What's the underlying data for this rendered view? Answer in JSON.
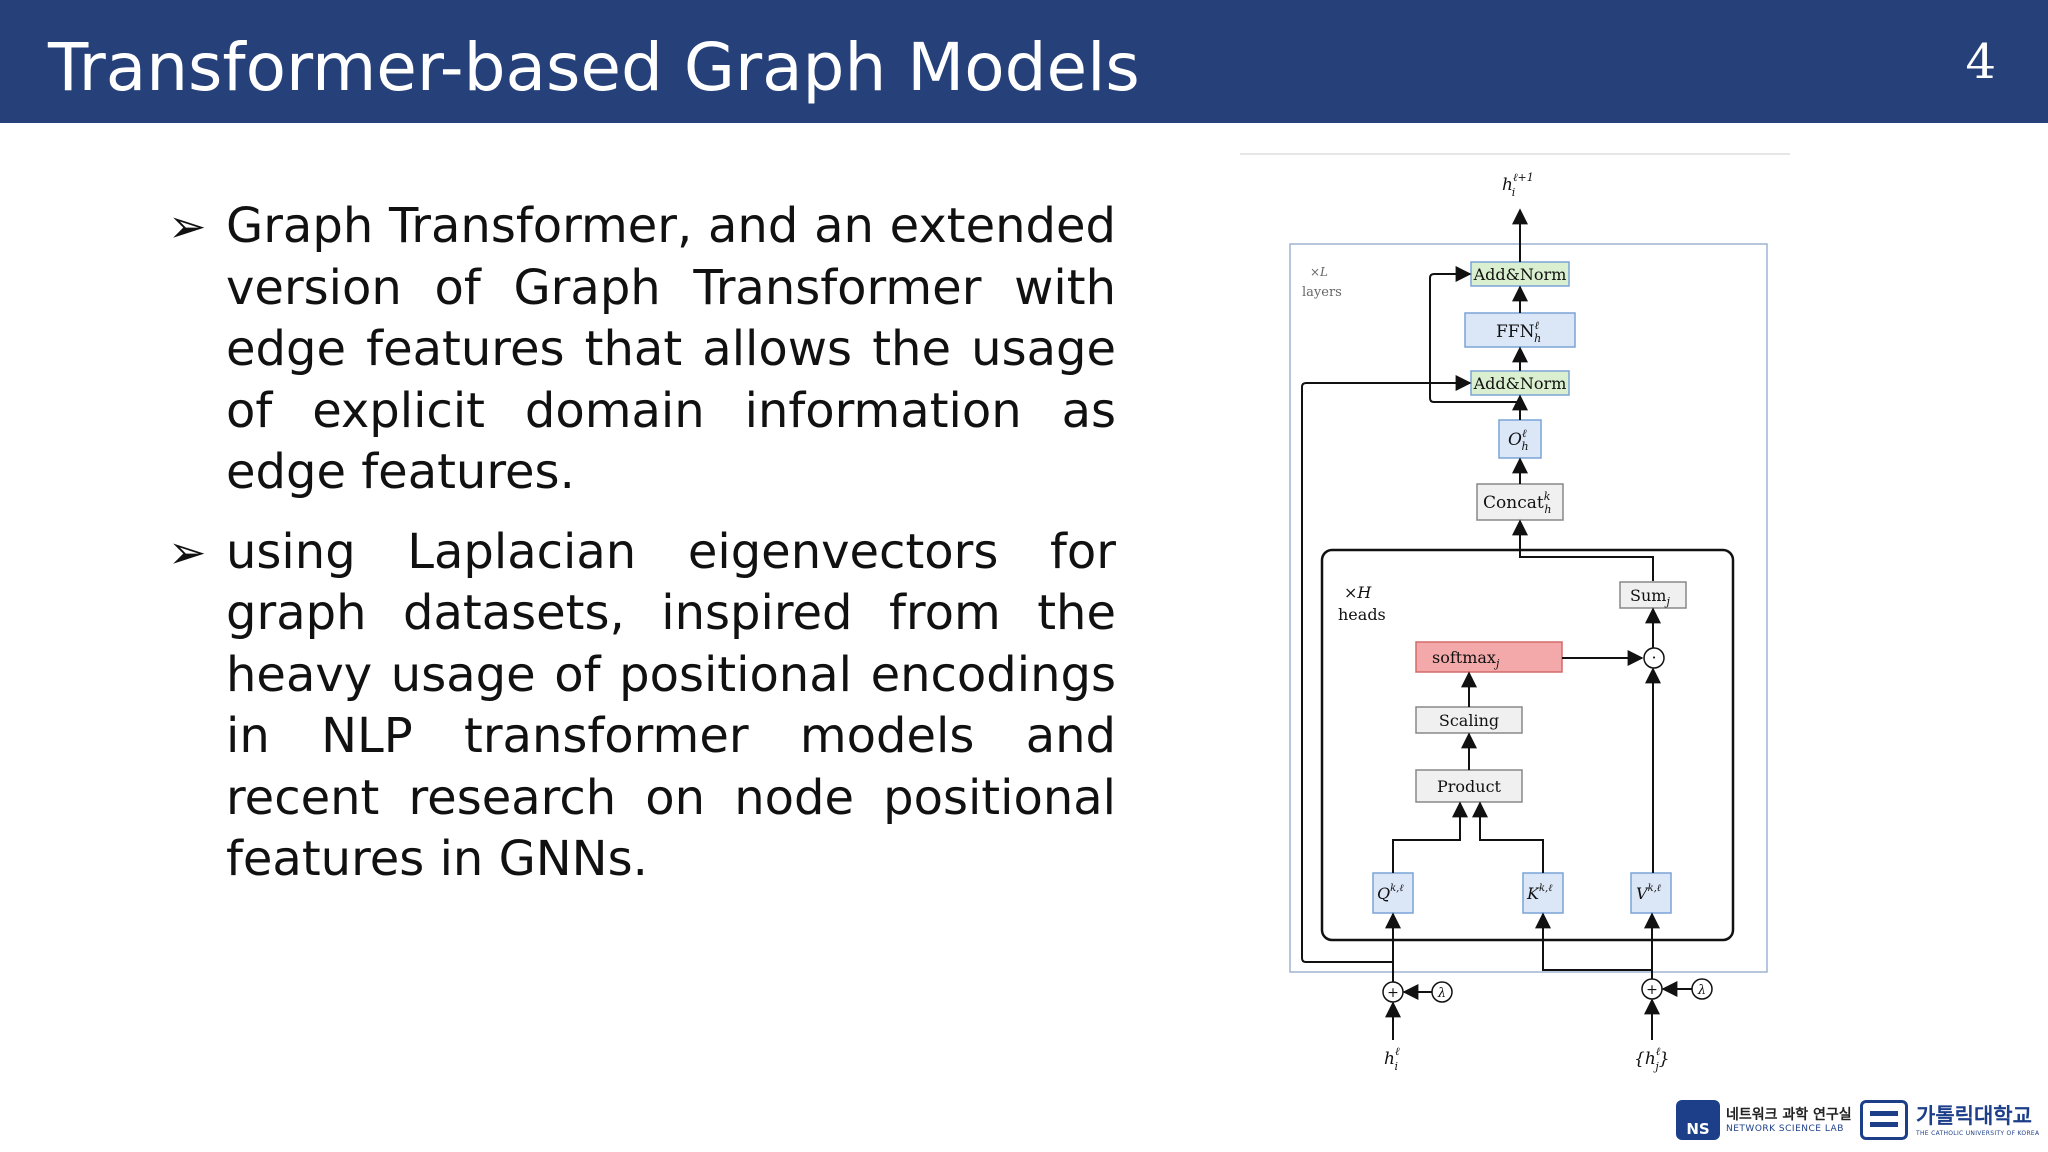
{
  "slide": {
    "title": "Transformer-based Graph Models",
    "page_number": "4"
  },
  "bullets": [
    {
      "marker": "➢",
      "text": "Graph Transformer, and an extended version of Graph Transformer with edge features that allows the usage of explicit domain information as edge features."
    },
    {
      "marker": "➢",
      "text": "using Laplacian eigenvectors for graph datasets, inspired from the heavy usage of positional encodings in NLP transformer models and recent research on node positional features in GNNs."
    }
  ],
  "figure": {
    "output": "h",
    "output_sup": "ℓ+1",
    "output_sub": "i",
    "layers_repeat": "×L",
    "layers_label": "layers",
    "add_norm_top": "Add&Norm",
    "ffn": "FFN",
    "ffn_sup": "ℓ",
    "ffn_sub": "h",
    "add_norm_mid": "Add&Norm",
    "o": "O",
    "o_sup": "ℓ",
    "o_sub": "h",
    "concat": "Concat",
    "concat_sup": "k",
    "concat_sub": "h",
    "heads_repeat": "×H",
    "heads_label": "heads",
    "sum": "Sum",
    "sum_sub": "j",
    "softmax": "softmax",
    "softmax_sub": "j",
    "dot": "·",
    "scaling": "Scaling",
    "product": "Product",
    "q": "Q",
    "q_sup": "k,ℓ",
    "k": "K",
    "k_sup": "k,ℓ",
    "v": "V",
    "v_sup": "k,ℓ",
    "plus_left": "+",
    "plus_right": "+",
    "lambda_left": "λ",
    "lambda_right": "λ",
    "input_left": "h",
    "input_left_sup": "ℓ",
    "input_left_sub": "i",
    "input_right_open": "{h",
    "input_right_sup": "ℓ",
    "input_right_sub": "j",
    "input_right_close": "}"
  },
  "logos": {
    "lab_badge": "NS",
    "lab_name_kr": "네트워크 과학 연구실",
    "lab_name_en": "NETWORK SCIENCE LAB",
    "univ_name_kr": "가톨릭대학교",
    "univ_name_en": "THE CATHOLIC UNIVERSITY OF KOREA"
  },
  "colors": {
    "header_bg": "#26407a",
    "box_blue": "#dbe6f7",
    "box_green": "#d9efcf",
    "box_red": "#f3a9a9",
    "box_gray": "#f0f0f0"
  }
}
